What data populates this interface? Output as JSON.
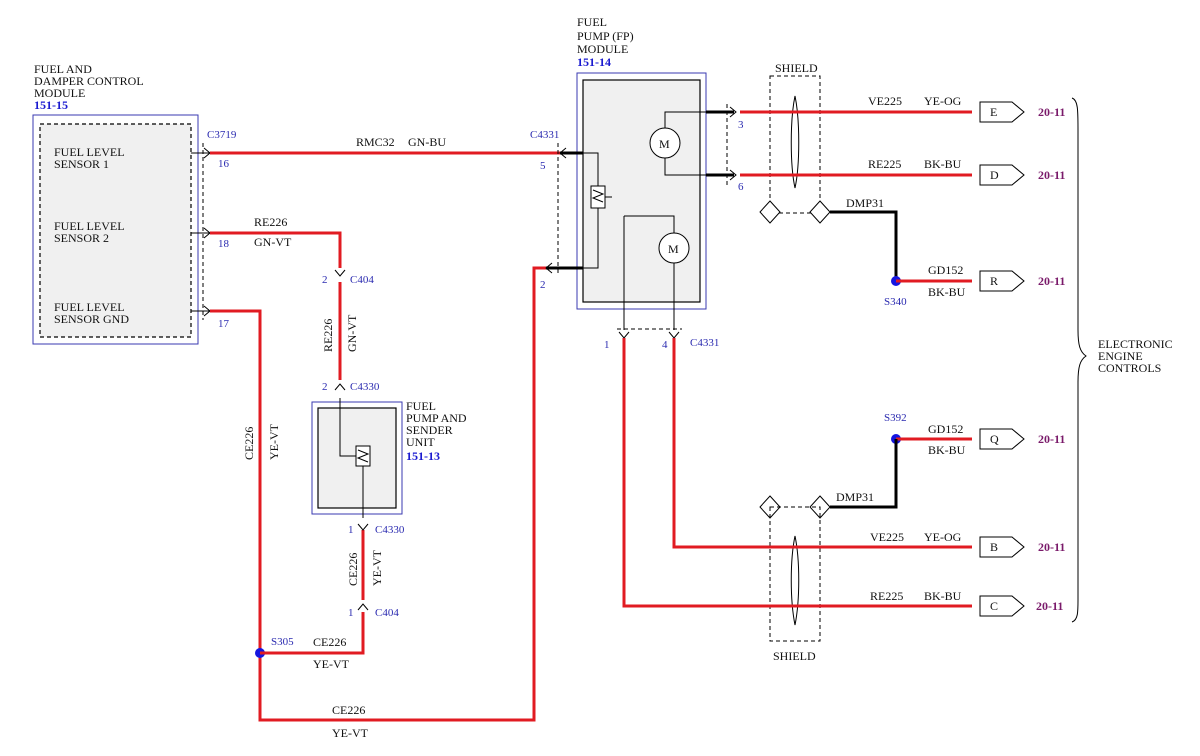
{
  "modules": {
    "fdcm": {
      "title": [
        "FUEL AND",
        "DAMPER CONTROL",
        "MODULE"
      ],
      "ref": "151-15"
    },
    "fp": {
      "title": [
        "FUEL",
        "PUMP (FP)",
        "MODULE"
      ],
      "ref": "151-14"
    },
    "sender": {
      "title": [
        "FUEL",
        "PUMP AND",
        "SENDER",
        "UNIT"
      ],
      "ref": "151-13"
    },
    "eec": {
      "title": [
        "ELECTRONIC",
        "ENGINE",
        "CONTROLS"
      ]
    }
  },
  "sensors": [
    [
      "FUEL LEVEL",
      "SENSOR 1"
    ],
    [
      "FUEL LEVEL",
      "SENSOR 2"
    ],
    [
      "FUEL LEVEL",
      "SENSOR GND"
    ]
  ],
  "connectors": {
    "c3719": "C3719",
    "c4331a": "C4331",
    "c4331b": "C4331",
    "c404a": "C404",
    "c404b": "C404",
    "c4330a": "C4330",
    "c4330b": "C4330"
  },
  "pins": {
    "p16": "16",
    "p18": "18",
    "p17": "17",
    "p5": "5",
    "p2fp": "2",
    "p3": "3",
    "p6": "6",
    "p1": "1",
    "p4": "4",
    "p2c404": "2",
    "p2c4330": "2",
    "p1c4330": "1",
    "p1c404": "1"
  },
  "wires": {
    "rmc32": "RMC32",
    "rmc32_color": "GN-BU",
    "re226": "RE226",
    "re226_color": "GN-VT",
    "re226_v": "RE226",
    "re226_v_color": "GN-VT",
    "ce226_left": "CE226",
    "ce226_left_color": "YE-VT",
    "ce226_mid": "CE226",
    "ce226_mid_color": "YE-VT",
    "ce226_s305": "CE226",
    "ce226_s305_color": "YE-VT",
    "ce226_bottom": "CE226",
    "ce226_bottom_color": "YE-VT",
    "ve225_top": "VE225",
    "ve225_top_color": "YE-OG",
    "re225_top": "RE225",
    "re225_top_color": "BK-BU",
    "dmp31_top": "DMP31",
    "gd152_top": "GD152",
    "gd152_top_color": "BK-BU",
    "gd152_bot": "GD152",
    "gd152_bot_color": "BK-BU",
    "dmp31_bot": "DMP31",
    "ve225_bot": "VE225",
    "ve225_bot_color": "YE-OG",
    "re225_bot": "RE225",
    "re225_bot_color": "BK-BU"
  },
  "splices": {
    "s340": "S340",
    "s392": "S392",
    "s305": "S305"
  },
  "shields": {
    "top": "SHIELD",
    "bottom": "SHIELD"
  },
  "motor_label": "M",
  "terminals": [
    {
      "letter": "E",
      "page": "20-11"
    },
    {
      "letter": "D",
      "page": "20-11"
    },
    {
      "letter": "R",
      "page": "20-11"
    },
    {
      "letter": "Q",
      "page": "20-11"
    },
    {
      "letter": "B",
      "page": "20-11"
    },
    {
      "letter": "C",
      "page": "20-11"
    }
  ],
  "colors": {
    "wire_red": "#e11b22",
    "splice_blue": "#1515e0",
    "ref_blue": "#1a1ad0",
    "page_purple": "#7a1a6a"
  }
}
